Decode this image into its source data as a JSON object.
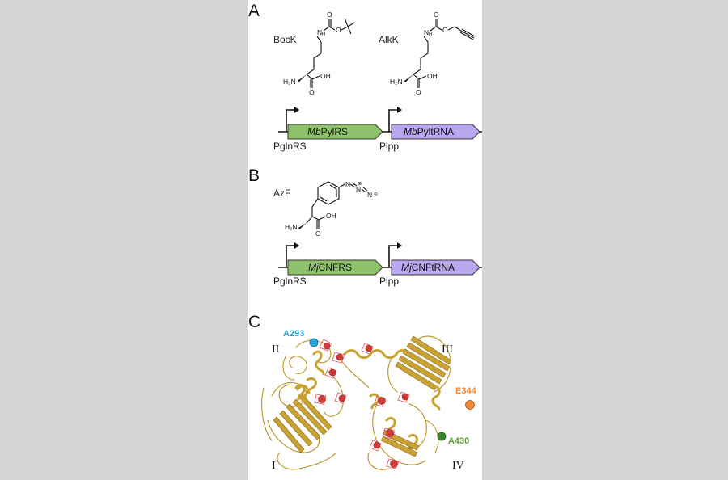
{
  "panels": {
    "a": {
      "letter": "A",
      "molecule_1": {
        "name": "BocK",
        "amine": "H₂N",
        "acid": "OH",
        "carbonyl_o": "O",
        "nh": "N",
        "nh_h": "H",
        "carbamate_o": "O",
        "acid_o": "O"
      },
      "molecule_2": {
        "name": "AlkK",
        "amine": "H₂N",
        "acid": "OH",
        "carbonyl_o": "O",
        "nh": "N",
        "nh_h": "H",
        "carbamate_o": "O",
        "acid_o": "O"
      },
      "construct": {
        "gene_1": {
          "italic": "Mb",
          "rest": "PylRS",
          "color": "#8fc36b"
        },
        "gene_2": {
          "italic": "Mb",
          "rest": "PyltRNA",
          "color": "#b9a7ef"
        },
        "promoter_1": "PglnRS",
        "promoter_2": "Plpp"
      }
    },
    "b": {
      "letter": "B",
      "molecule": {
        "name": "AzF",
        "amine": "H₂N",
        "acid": "OH",
        "acid_o": "O",
        "n1": "N",
        "n2": "N",
        "n3": "N",
        "plus": "⊕",
        "minus": "⊖"
      },
      "construct": {
        "gene_1": {
          "italic": "Mj",
          "rest": "CNFRS",
          "color": "#8fc36b"
        },
        "gene_2": {
          "italic": "Mj",
          "rest": "CNFtRNA",
          "color": "#b9a7ef"
        },
        "promoter_1": "PglnRS",
        "promoter_2": "Plpp"
      }
    },
    "c": {
      "letter": "C",
      "domains": [
        "I",
        "II",
        "III",
        "IV"
      ],
      "mutation_sites": [
        {
          "label": "A293",
          "color": "#2aa6dd"
        },
        {
          "label": "E344",
          "color": "#f08a3a"
        },
        {
          "label": "A430",
          "color": "#5a9a38"
        }
      ],
      "colors": {
        "protein": "#c9a233",
        "heme": "#e0535a"
      }
    }
  }
}
